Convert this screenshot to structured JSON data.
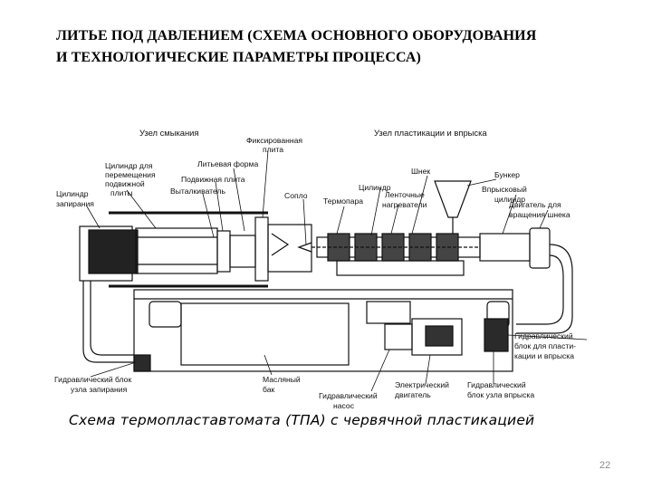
{
  "title": {
    "line1": "ЛИТЬЕ ПОД ДАВЛЕНИЕМ  (СХЕМА ОСНОВНОГО ОБОРУДОВАНИЯ",
    "line2": "И ТЕХНОЛОГИЧЕСКИЕ ПАРАМЕТРЫ ПРОЦЕССА)"
  },
  "diagram": {
    "headings": {
      "clamping": "Узел смыкания",
      "plasticizing": "Узел пластикации и впрыска"
    },
    "labels": {
      "fixed_platen": [
        "Фиксированная",
        "плита"
      ],
      "mold": "Литьевая форма",
      "moving_cylinder": [
        "Цилиндр для",
        "перемещения",
        "подвижной",
        "плиты"
      ],
      "moving_platen": "Подвижная плита",
      "ejector": "Выталкиватель",
      "locking_cylinder": [
        "Цилиндр",
        "запирания"
      ],
      "nozzle": "Сопло",
      "screw": "Шнек",
      "barrel": "Цилиндр",
      "thermocouple": "Термопара",
      "band_heaters": [
        "Ленточные",
        "нагреватели"
      ],
      "hopper": "Бункер",
      "injection_cylinder": [
        "Впрысковый",
        "цилиндр"
      ],
      "screw_motor": [
        "Двигатель для",
        "вращения шнека"
      ],
      "hydraulic_block_injection_right": [
        "Гидравлический",
        "блок для пласти-",
        "кации и впрыска"
      ],
      "hydraulic_block_clamp": [
        "Гидравлический блок",
        "узла запирания"
      ],
      "oil_tank": [
        "Масляный",
        "бак"
      ],
      "hydraulic_pump": [
        "Гидравлический",
        "насос"
      ],
      "electric_motor": [
        "Электрический",
        "двигатель"
      ],
      "hydraulic_block_injection_bottom": [
        "Гидравлический",
        "блок узла впрыска"
      ]
    }
  },
  "caption": "Схема термопластавтомата  (ТПА) с червячной пластикацией",
  "page_number": "22"
}
